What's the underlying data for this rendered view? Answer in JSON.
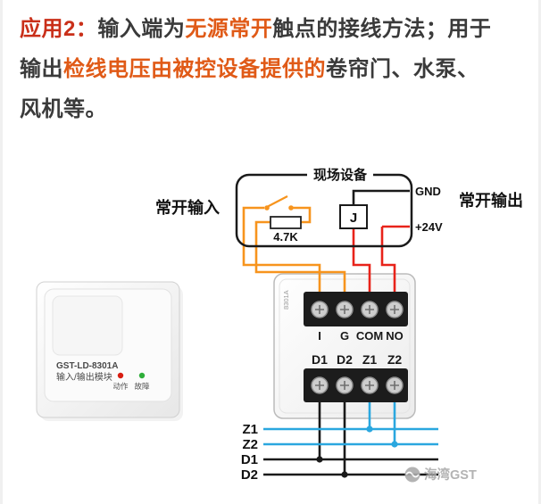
{
  "header": {
    "segments": [
      {
        "text": "应用2：",
        "style": "red"
      },
      {
        "text": "输入端为",
        "style": "dark"
      },
      {
        "text": "无源常开",
        "style": "orange"
      },
      {
        "text": "触点的接线方法；用于",
        "style": "dark"
      },
      {
        "text": "输出",
        "style": "dark"
      },
      {
        "text": "检线电压由被控设备提供的",
        "style": "orange"
      },
      {
        "text": "卷帘门、水泵、",
        "style": "dark"
      },
      {
        "text": "风机等。",
        "style": "dark"
      }
    ]
  },
  "diagram": {
    "field_device_box_label": "现场设备",
    "input_label": "常开输入",
    "output_label": "常开输出",
    "gnd_label": "GND",
    "power_label": "+24V",
    "resistor_value": "4.7K",
    "relay_label": "J",
    "module_photo": {
      "model": "GST-LD-8301A",
      "name": "输入/输出模块",
      "led_action_label": "动作",
      "led_fault_label": "故障"
    },
    "module_board": {
      "side_marking": "8301A",
      "top_terminals": [
        "I",
        "G",
        "COM",
        "NO"
      ],
      "bottom_terminals": [
        "D1",
        "D2",
        "Z1",
        "Z2"
      ]
    },
    "bus_lines": [
      {
        "label": "Z1",
        "color": "#2aa7df"
      },
      {
        "label": "Z2",
        "color": "#2aa7df"
      },
      {
        "label": "D1",
        "color": "#1a1a1a"
      },
      {
        "label": "D2",
        "color": "#1a1a1a"
      }
    ],
    "wire_colors": {
      "input_loop": "#f7941d",
      "power": "#e8231a",
      "ground": "#1a1a1a",
      "bus_z": "#2aa7df",
      "bus_d": "#1a1a1a"
    }
  },
  "watermark": {
    "text": "海湾GST"
  }
}
